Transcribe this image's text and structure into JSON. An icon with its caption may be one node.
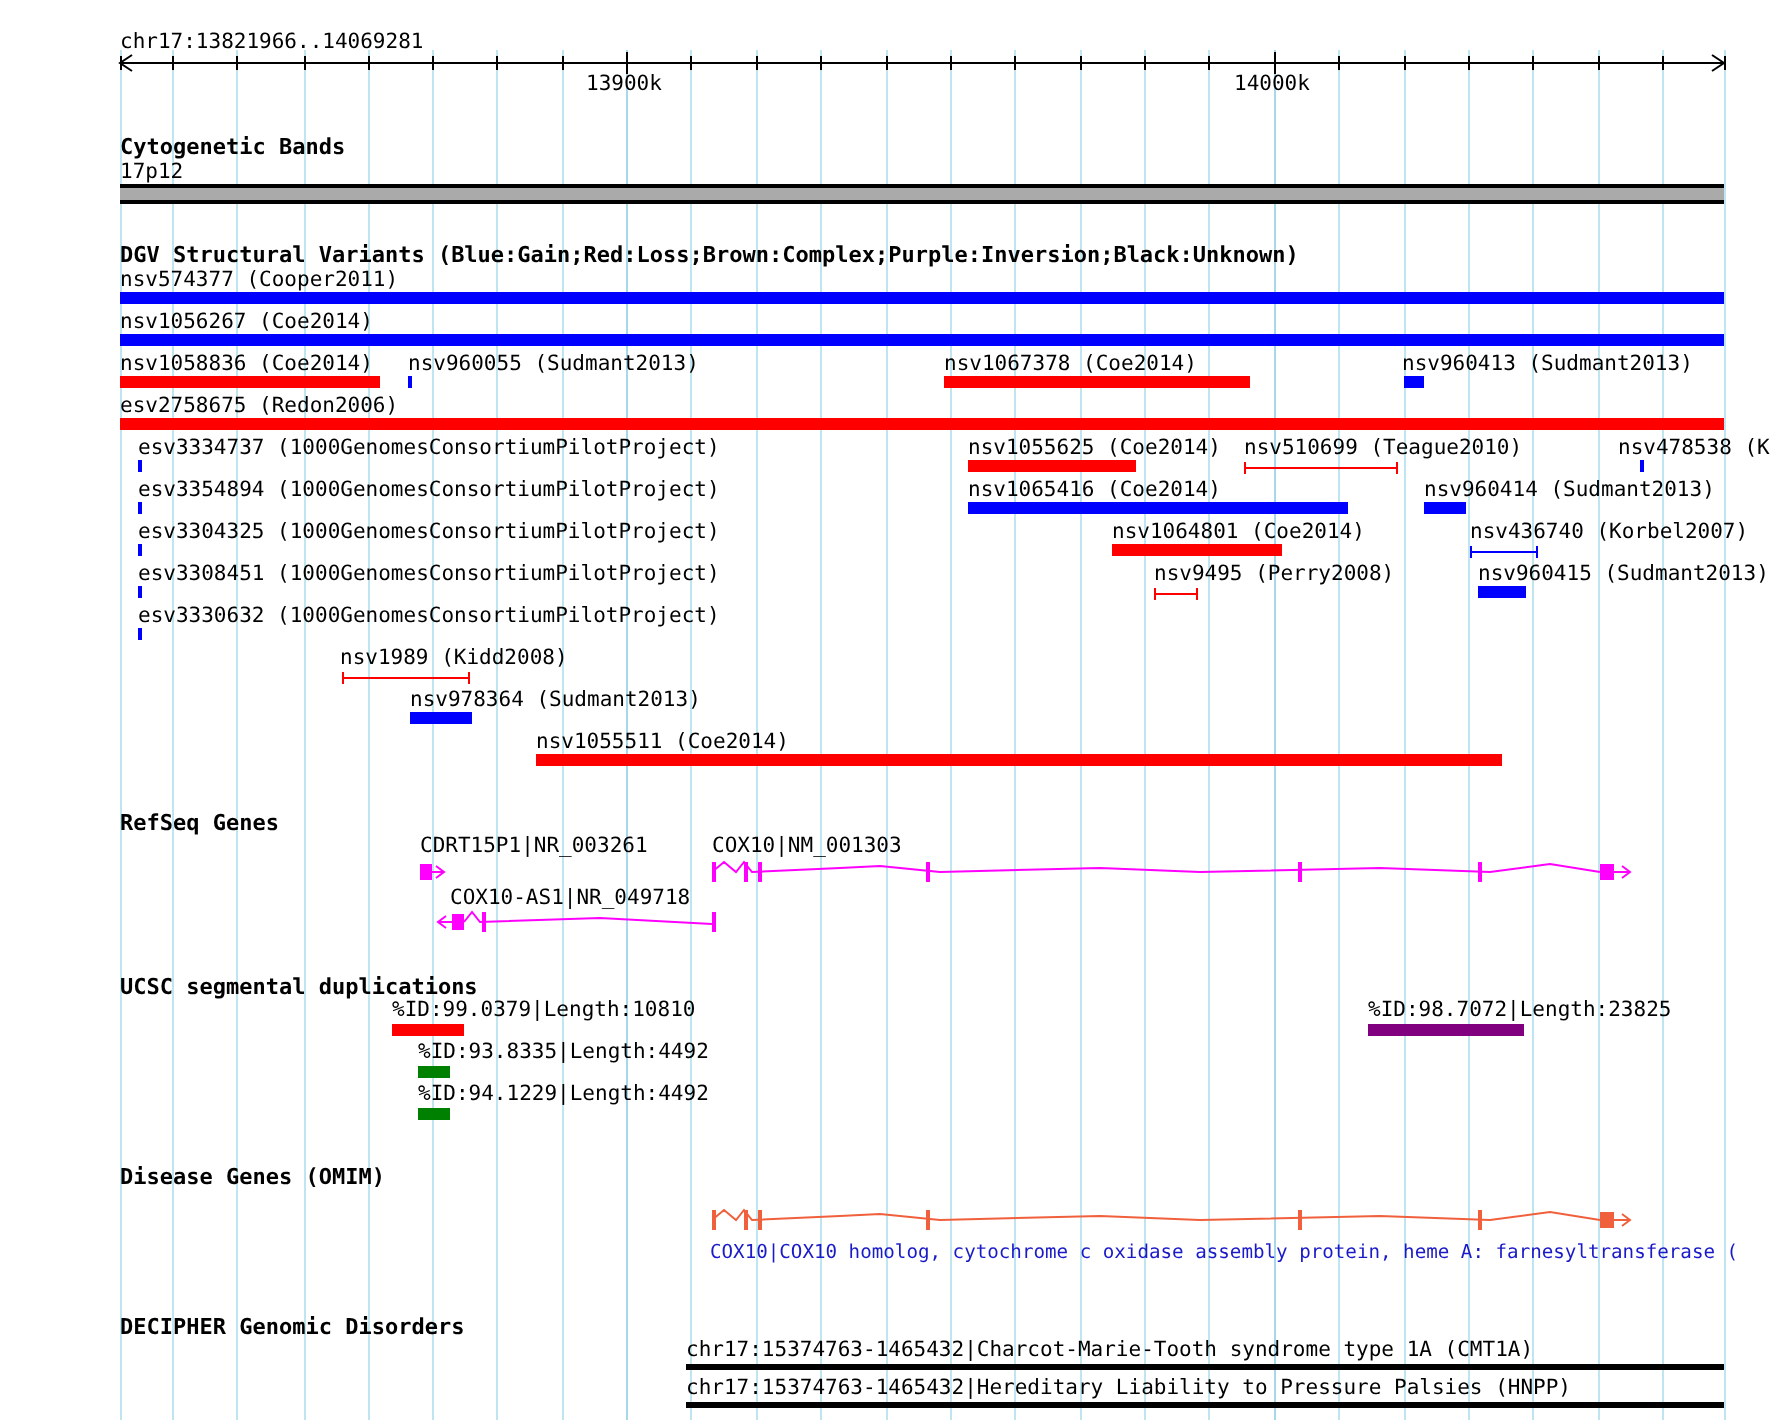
{
  "diagram": {
    "nodes": [
      {
        "text": [
          "Cytogenetic Bands"
        ]
      },
      {
        "text": [
          "17p12"
        ],
        "in": 0
      },
      {
        "text": [
          "DGV Structural Variants (Blue:Gain;Red:Loss;Brown:Complex;Purple:Inversion;Black:Unknown)"
        ]
      },
      {
        "text": [
          "nsv574377 (Cooper2011)"
        ],
        "in": 2
      },
      {
        "text": [
          "nsv1056267 (Coe2014)"
        ],
        "in": 2
      },
      {
        "text": [
          "nsv1058836 (Coe2014)"
        ],
        "in": 2
      },
      {
        "text": [
          "nsv960055 (Sudmant2013)"
        ],
        "in": 2
      },
      {
        "text": [
          "nsv1067378 (Coe2014)"
        ],
        "in": 2
      },
      {
        "text": [
          "nsv960413 (Sudmant2013)"
        ],
        "in": 2
      },
      {
        "text": [
          "esv2758675 (Redon2006)"
        ],
        "in": 2
      },
      {
        "text": [
          "esv3334737 (1000GenomesConsortiumPilotProject)"
        ],
        "in": 2
      },
      {
        "text": [
          "nsv1055625 (Coe2014)"
        ],
        "in": 2
      },
      {
        "text": [
          "nsv510699 (Teague2010)"
        ],
        "in": 2
      },
      {
        "text": [
          "nsv478538 (K"
        ],
        "in": 2
      },
      {
        "text": [
          "esv3354894 (1000GenomesConsortiumPilotProject)"
        ],
        "in": 2
      },
      {
        "text": [
          "nsv1065416 (Coe2014)"
        ],
        "in": 2
      },
      {
        "text": [
          "nsv960414 (Sudmant2013)"
        ],
        "in": 2
      },
      {
        "text": [
          "esv3304325 (1000GenomesConsortiumPilotProject)"
        ],
        "in": 2
      },
      {
        "text": [
          "nsv1064801 (Coe2014)"
        ],
        "in": 2
      },
      {
        "text": [
          "nsv436740 (Korbel2007)"
        ],
        "in": 2
      },
      {
        "text": [
          "esv3308451 (1000GenomesConsortiumPilotProject)"
        ],
        "in": 2
      },
      {
        "text": [
          "nsv9495 (Perry2008)"
        ],
        "in": 2
      },
      {
        "text": [
          "nsv960415 (Sudmant2013)"
        ],
        "in": 2
      },
      {
        "text": [
          "esv3330632 (1000GenomesConsortiumPilotProject)"
        ],
        "in": 2
      },
      {
        "text": [
          "nsv1989 (Kidd2008)"
        ],
        "in": 2
      },
      {
        "text": [
          "nsv978364 (Sudmant2013)"
        ],
        "in": 2
      },
      {
        "text": [
          "nsv1055511 (Coe2014)"
        ],
        "in": 2
      },
      {
        "text": [
          "RefSeq Genes"
        ]
      },
      {
        "text": [
          "CDRT15P1|NR_003261"
        ],
        "in": 27
      },
      {
        "text": [
          "COX10|NM_001303"
        ],
        "in": 27
      },
      {
        "text": [
          "COX10-AS1|NR_049718"
        ],
        "in": 27
      },
      {
        "text": [
          "UCSC segmental duplications"
        ]
      },
      {
        "text": [
          "%ID:99.0379|Length:10810"
        ],
        "in": 31
      },
      {
        "text": [
          "%ID:98.7072|Length:23825"
        ],
        "in": 31
      },
      {
        "text": [
          "%ID:93.8335|Length:4492"
        ],
        "in": 31
      },
      {
        "text": [
          "%ID:94.1229|Length:4492"
        ],
        "in": 31
      },
      {
        "text": [
          "Disease Genes (OMIM)"
        ]
      },
      {
        "text": [
          "COX10|COX10 homolog, cytochrome c oxidase assembly protein, heme A: farnesyltransferase ("
        ],
        "in": 36
      },
      {
        "text": [
          "DECIPHER Genomic Disorders"
        ]
      },
      {
        "text": [
          "chr17:15374763-1465432|Charcot-Marie-Tooth syndrome type 1A (CMT1A)"
        ],
        "in": 38
      },
      {
        "text": [
          "chr17:15374763-1465432|Hereditary Liability to Pressure Palsies (HNPP)"
        ],
        "in": 38
      }
    ],
    "edges": [],
    "labels": [
      "chr17:13821966..14069281",
      "13900k",
      "14000k"
    ]
  }
}
